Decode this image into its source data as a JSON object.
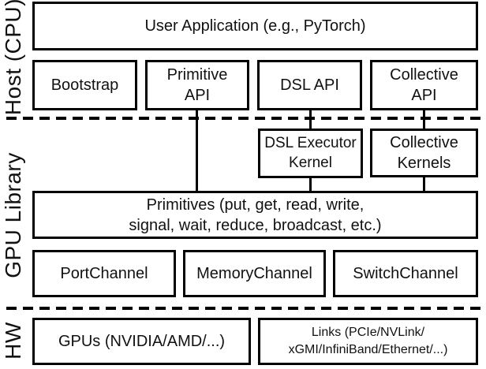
{
  "diagram": {
    "side_labels": {
      "host": "Host (CPU)",
      "gpu_library": "GPU Library",
      "hw": "HW"
    },
    "boxes": {
      "user_app": "User Application (e.g., PyTorch)",
      "bootstrap": "Bootstrap",
      "primitive_api": "Primitive\nAPI",
      "dsl_api": "DSL API",
      "collective_api": "Collective\nAPI",
      "dsl_executor_kernel": "DSL Executor\nKernel",
      "collective_kernels": "Collective\nKernels",
      "primitives": "Primitives (put, get, read, write,\nsignal, wait, reduce, broadcast, etc.)",
      "port_channel": "PortChannel",
      "memory_channel": "MemoryChannel",
      "switch_channel": "SwitchChannel",
      "gpus": "GPUs (NVIDIA/AMD/...)",
      "links": "Links (PCIe/NVLink/\nxGMI/InfiniBand/Ethernet/...)"
    },
    "colors": {
      "border": "#000000",
      "background": "#ffffff",
      "text": "#111111"
    }
  }
}
